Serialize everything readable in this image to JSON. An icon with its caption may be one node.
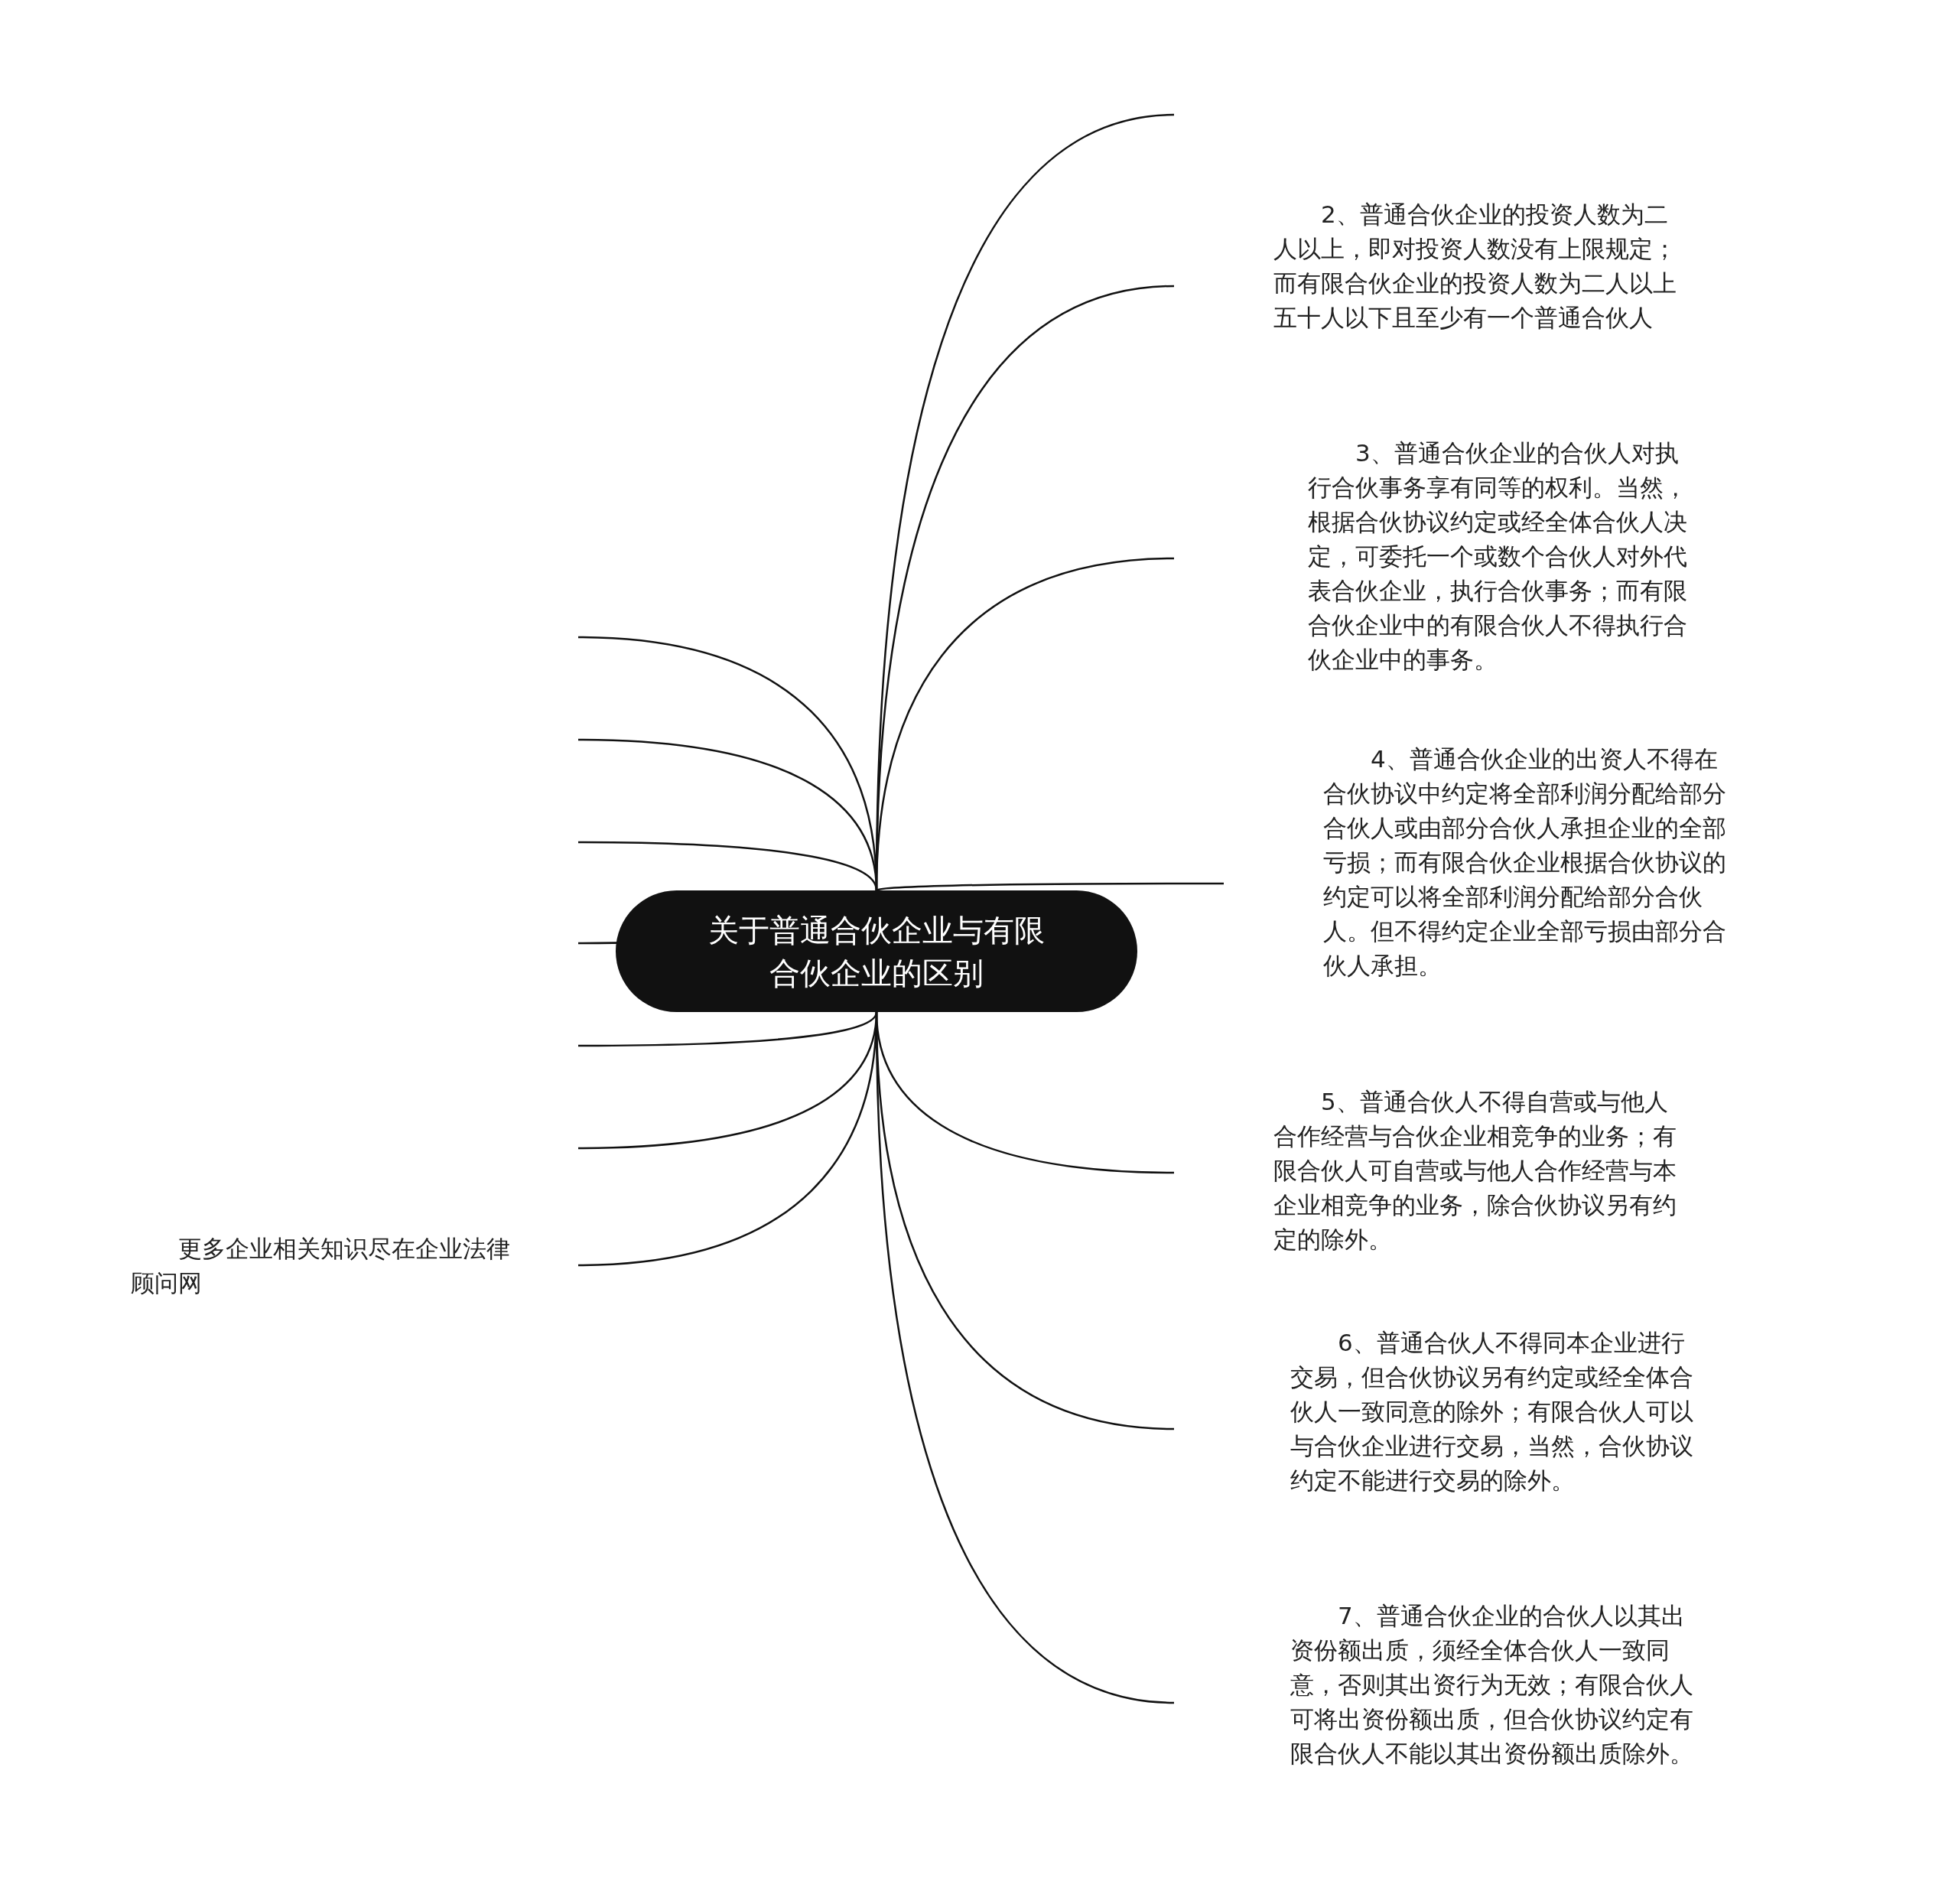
{
  "diagram": {
    "nodes": [
      {
        "text": [
          "关于普通合伙企业与有限合伙企业的区别"
        ]
      },
      {
        "text": [
          "2、普通合伙企业的投资人数为二人以上，即对投资人数没有上限规定；而有限合伙企业的投资人数为二人以上五十人以下且至少有一个普通合伙人"
        ]
      },
      {
        "text": [
          "3、普通合伙企业的合伙人对执行合伙事务享有同等的权利。当然，根据合伙协议约定或经全体合伙人决定，可委托一个或数个合伙人对外代表合伙企业，执行合伙事务；而有限合伙企业中的有限合伙人不得执行合伙企业中的事务。"
        ]
      },
      {
        "text": [
          "4、普通合伙企业的出资人不得在合伙协议中约定将全部利润分配给部分合伙人或由部分合伙人承担企业的全部亏损；而有限合伙企业根据合伙协议的约定可以将全部利润分配给部分合伙人。但不得约定企业全部亏损由部分合伙人承担。"
        ]
      },
      {
        "text": [
          "5、普通合伙人不得自营或与他人合作经营与合伙企业相竞争的业务；有限合伙人可自营或与他人合作经营与本企业相竞争的业务，除合伙协议另有约定的除外。"
        ]
      },
      {
        "text": [
          "6、普通合伙人不得同本企业进行交易，但合伙协议另有约定或经全体合伙人一致同意的除外；有限合伙人可以与合伙企业进行交易，当然，合伙协议约定不能进行交易的除外。"
        ]
      },
      {
        "text": [
          "7、普通合伙企业的合伙人以其出资份额出质，须经全体合伙人一致同意，否则其出资行为无效；有限合伙人可将出资份额出质，但合伙协议约定有限合伙人不能以其出资份额出质除外。"
        ]
      },
      {
        "text": [
          "更多企业相关知识尽在企业法律顾问网"
        ]
      }
    ],
    "edges": [
      {
        "from": 0,
        "to": null,
        "arrow": "none"
      },
      {
        "from": 0,
        "to": 1,
        "arrow": "none"
      },
      {
        "from": 0,
        "to": 2,
        "arrow": "none"
      },
      {
        "from": 0,
        "to": 3,
        "arrow": "none"
      },
      {
        "from": 0,
        "to": 4,
        "arrow": "none"
      },
      {
        "from": 0,
        "to": 5,
        "arrow": "none"
      },
      {
        "from": 0,
        "to": 6,
        "arrow": "none"
      },
      {
        "from": 0,
        "to": null,
        "arrow": "none"
      },
      {
        "from": 0,
        "to": null,
        "arrow": "none"
      },
      {
        "from": 0,
        "to": null,
        "arrow": "none"
      },
      {
        "from": 0,
        "to": null,
        "arrow": "none"
      },
      {
        "from": 0,
        "to": null,
        "arrow": "none"
      },
      {
        "from": 0,
        "to": null,
        "arrow": "none"
      },
      {
        "from": 0,
        "to": 7,
        "arrow": "none"
      }
    ]
  }
}
